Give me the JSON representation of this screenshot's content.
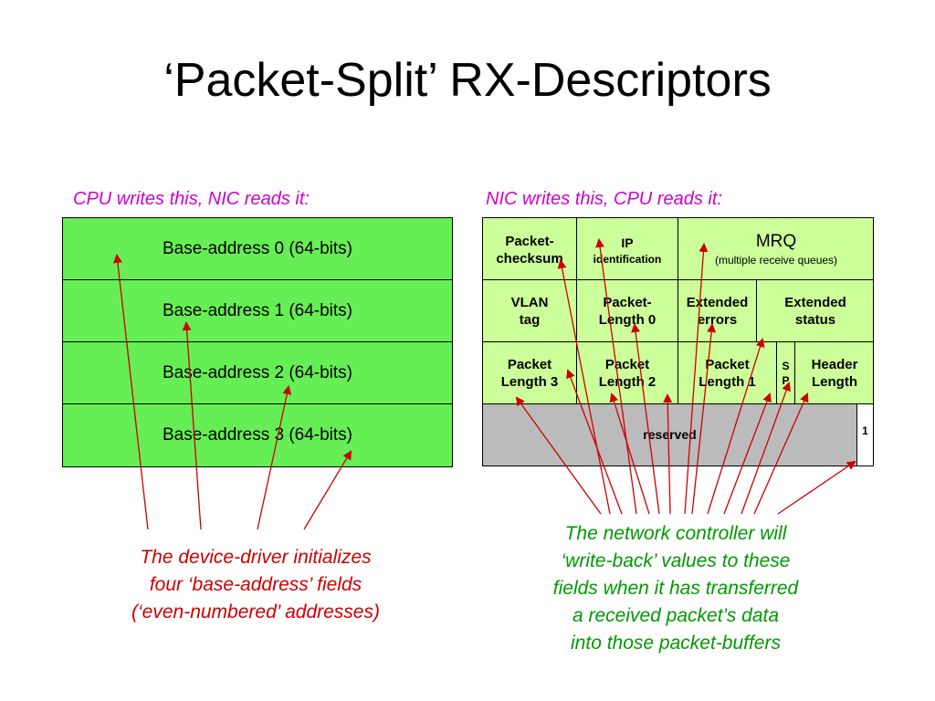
{
  "title": "‘Packet-Split’ RX-Descriptors",
  "left": {
    "caption": "CPU writes this, NIC reads it:",
    "rows": [
      "Base-address 0 (64-bits)",
      "Base-address 1 (64-bits)",
      "Base-address 2 (64-bits)",
      "Base-address 3 (64-bits)"
    ],
    "note": [
      "The device-driver initializes",
      "four ‘base-address’ fields",
      "(‘even-numbered’ addresses)"
    ]
  },
  "right": {
    "caption": "NIC writes this, CPU reads it:",
    "row1": {
      "checksum": [
        "Packet-",
        "checksum"
      ],
      "ip": [
        "IP",
        "identification"
      ],
      "mrq": [
        "MRQ",
        "(multiple receive queues)"
      ]
    },
    "row2": {
      "vlan": [
        "VLAN",
        "tag"
      ],
      "len0": [
        "Packet-",
        "Length 0"
      ],
      "errors": [
        "Extended",
        "errors"
      ],
      "status": [
        "Extended",
        "status"
      ]
    },
    "row3": {
      "len3": [
        "Packet",
        "Length 3"
      ],
      "len2": [
        "Packet",
        "Length 2"
      ],
      "len1": [
        "Packet",
        "Length 1"
      ],
      "sp": [
        "S",
        "P"
      ],
      "hdr": [
        "Header",
        "Length"
      ]
    },
    "row4": {
      "reserved": "reserved",
      "dd": "1"
    },
    "note": [
      "The network controller will",
      "‘write-back’ values to these",
      "fields when it has transferred",
      "a received packet’s data",
      "into those packet-buffers"
    ]
  },
  "colors": {
    "left_fill": "#66ee55",
    "right_fill": "#ccff99",
    "reserved_fill": "#bbbbbb",
    "caption": "#cc00cc",
    "left_note": "#cc0000",
    "right_note": "#009900",
    "arrow": "#cc0000"
  }
}
